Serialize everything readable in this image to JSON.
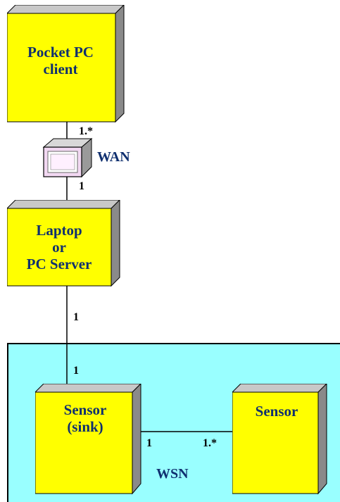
{
  "nodes": {
    "pocket_pc": {
      "label": "Pocket PC\nclient"
    },
    "server": {
      "label": "Laptop\nor\nPC Server"
    },
    "sink": {
      "label": "Sensor\n(sink)"
    },
    "sensor": {
      "label": "Sensor"
    }
  },
  "network": {
    "wan_label": "WAN",
    "wsn_label": "WSN"
  },
  "multiplicities": {
    "client_to_wan": "1.*",
    "wan_to_server": "1",
    "server_to_sink_top": "1",
    "server_to_sink_bottom": "1",
    "sink_to_sensor_left": "1",
    "sink_to_sensor_right": "1.*"
  },
  "colors": {
    "node_face": "#FFFF00",
    "node_side": "#8A8A8A",
    "node_top": "#C8C8C8",
    "label": "#0F2F6F",
    "wsn_background": "#99FFFF"
  }
}
